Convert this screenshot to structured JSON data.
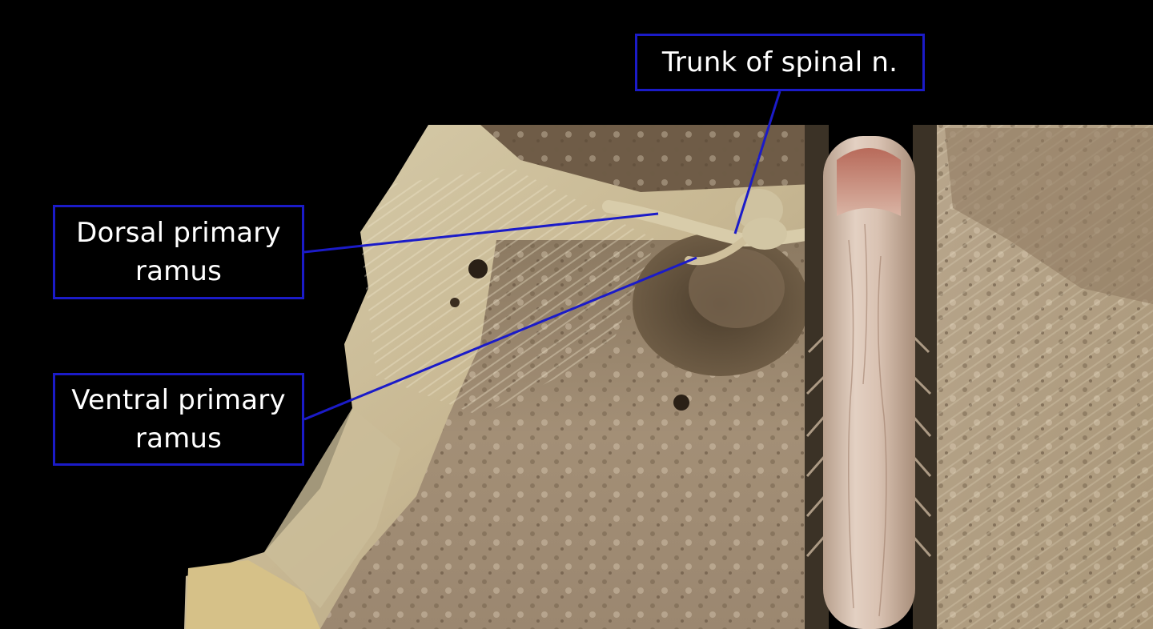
{
  "figure": {
    "labels": {
      "trunk": {
        "line1": "Trunk of spinal n."
      },
      "dorsal": {
        "line1": "Dorsal primary",
        "line2": "ramus"
      },
      "ventral": {
        "line1": "Ventral primary",
        "line2": "ramus"
      }
    },
    "colors": {
      "background": "#000000",
      "label_border": "#1b1bc8",
      "leader_line": "#1b1bc8",
      "label_text": "#ffffff"
    }
  }
}
